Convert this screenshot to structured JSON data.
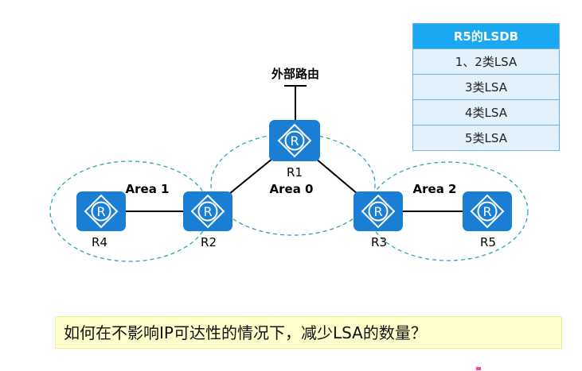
{
  "routers": [
    {
      "id": "R1",
      "label": "R1"
    },
    {
      "id": "R2",
      "label": "R2"
    },
    {
      "id": "R3",
      "label": "R3"
    },
    {
      "id": "R4",
      "label": "R4"
    },
    {
      "id": "R5",
      "label": "R5"
    }
  ],
  "router_glyph": "R",
  "areas": [
    {
      "label": "Area 1"
    },
    {
      "label": "Area 0"
    },
    {
      "label": "Area 2"
    }
  ],
  "external_label": "外部路由",
  "lsdb": {
    "title": "R5的LSDB",
    "rows": [
      "1、2类LSA",
      "3类LSA",
      "4类LSA",
      "5类LSA"
    ]
  },
  "question": "如何在不影响IP可达性的情况下，减少LSA的数量？",
  "colors": {
    "router": "#1a7fd4",
    "area_border": "#2aa6b0",
    "table_header": "#1aa8f0",
    "table_cell": "#e3f1fc",
    "question_bg": "#ffffcc"
  }
}
